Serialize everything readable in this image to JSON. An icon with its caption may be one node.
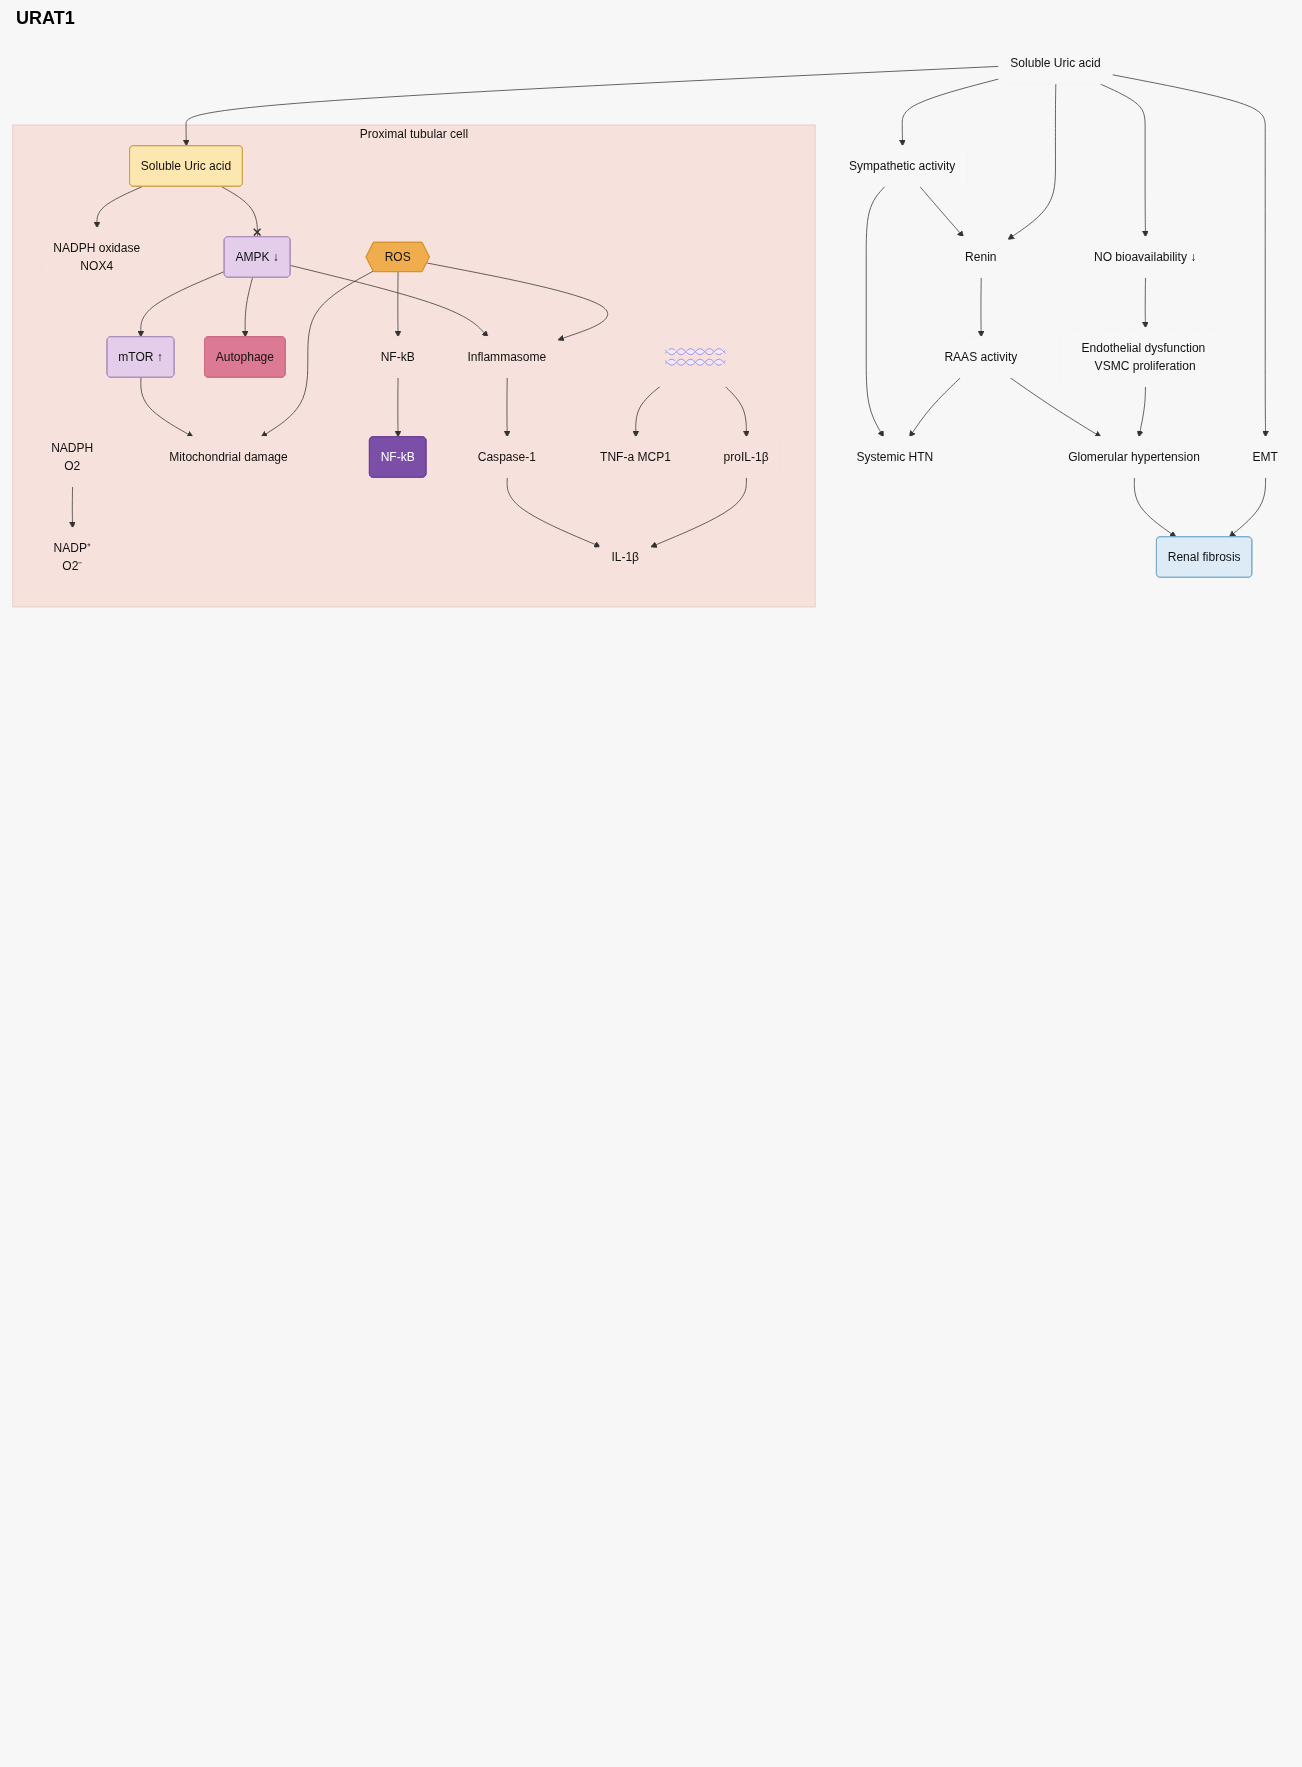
{
  "diagram": {
    "nodes": [
      {
        "text": [
          "Systemic HTN"
        ]
      },
      {
        "text": [
          "Glomerular hypertension"
        ]
      },
      {
        "text": [
          "Endothelial dysfunction VSMC proliferation"
        ]
      },
      {
        "text": [
          "Renal fibrosis"
        ]
      },
      {
        "text": [
          "RAAS activity"
        ]
      },
      {
        "text": [
          "Sympathetic activity"
        ]
      },
      {
        "text": [
          "Renin"
        ]
      },
      {
        "text": [
          "EMT"
        ]
      },
      {
        "text": [
          "NO bioavailability ↓"
        ]
      },
      {
        "text": [
          "Soluble Uric acid"
        ]
      },
      {
        "text": [
          "Proximal tubular cell"
        ]
      },
      {
        "text": [
          "NADPH oxidase",
          "NOX4"
        ],
        "in": 10
      },
      {
        "text": [
          "Soluble Uric acid"
        ],
        "in": 10
      },
      {
        "text": [
          "NADPH",
          "O2"
        ],
        "in": 10
      },
      {
        "text": [
          "NADP⁺",
          "O2⁻"
        ],
        "in": 10
      },
      {
        "text": [
          "ROS"
        ],
        "in": 10
      },
      {
        "text": [
          "AMPK ↓"
        ],
        "in": 10
      },
      {
        "text": [
          "mTOR ↑"
        ],
        "in": 10
      },
      {
        "text": [
          "Mitochondrial damage"
        ],
        "in": 10
      },
      {
        "text": [
          "Autophage"
        ],
        "in": 10
      },
      {
        "text": [
          "NF-kB"
        ],
        "in": 10
      },
      {
        "text": [
          "Inflammasome"
        ],
        "in": 10
      },
      {
        "text": [
          "NF-kB"
        ],
        "in": 10
      },
      {
        "text": [],
        "shape": "picture",
        "in": 10
      },
      {
        "text": [
          "Caspase-1"
        ],
        "in": 10
      },
      {
        "text": [
          "TNF-a MCP1"
        ],
        "in": 10
      },
      {
        "text": [
          "proIL-1β"
        ],
        "in": 10
      },
      {
        "text": [
          "IL-1β"
        ],
        "in": 10
      }
    ],
    "edges": [
      {
        "from": 5,
        "to": 0,
        "arrow": "to"
      },
      {
        "from": 4,
        "to": 0,
        "arrow": "to"
      },
      {
        "from": 4,
        "to": 1,
        "arrow": "to"
      },
      {
        "from": 2,
        "to": 1,
        "arrow": "to"
      },
      {
        "from": 1,
        "to": 3,
        "arrow": "to"
      },
      {
        "from": 5,
        "to": 6,
        "arrow": "to"
      },
      {
        "from": 6,
        "to": 4,
        "arrow": "to"
      },
      {
        "from": 7,
        "to": 3,
        "arrow": "to"
      },
      {
        "from": 8,
        "to": 2,
        "arrow": "to"
      },
      {
        "from": 9,
        "to": 5,
        "arrow": "to"
      },
      {
        "from": 9,
        "to": 6,
        "arrow": "to"
      },
      {
        "from": 9,
        "to": 7,
        "arrow": "to"
      },
      {
        "from": 9,
        "to": 8,
        "arrow": "to"
      },
      {
        "from": 9,
        "to": 12,
        "arrow": "to"
      },
      {
        "from": 12,
        "to": 11,
        "arrow": "to"
      },
      {
        "from": 13,
        "to": 14,
        "arrow": "to"
      },
      {
        "from": 12,
        "to": 16,
        "arrow": "other"
      },
      {
        "from": 16,
        "to": 19,
        "arrow": "to"
      },
      {
        "from": 16,
        "to": 17,
        "arrow": "to"
      },
      {
        "from": 16,
        "to": 21,
        "arrow": "to"
      },
      {
        "from": 17,
        "to": 18,
        "arrow": "to"
      },
      {
        "from": 15,
        "to": 18,
        "arrow": "to"
      },
      {
        "from": 15,
        "to": 20,
        "arrow": "to"
      },
      {
        "from": 15,
        "to": 21,
        "arrow": "to"
      },
      {
        "from": 20,
        "to": 22,
        "arrow": "to"
      },
      {
        "from": 21,
        "to": 24,
        "arrow": "to"
      },
      {
        "from": 24,
        "to": 27,
        "arrow": "to"
      },
      {
        "from": 23,
        "to": 25,
        "arrow": "to"
      },
      {
        "from": 23,
        "to": 26,
        "arrow": "to"
      },
      {
        "from": 26,
        "to": 27,
        "arrow": "to"
      }
    ],
    "labels": [
      "URAT1"
    ]
  }
}
